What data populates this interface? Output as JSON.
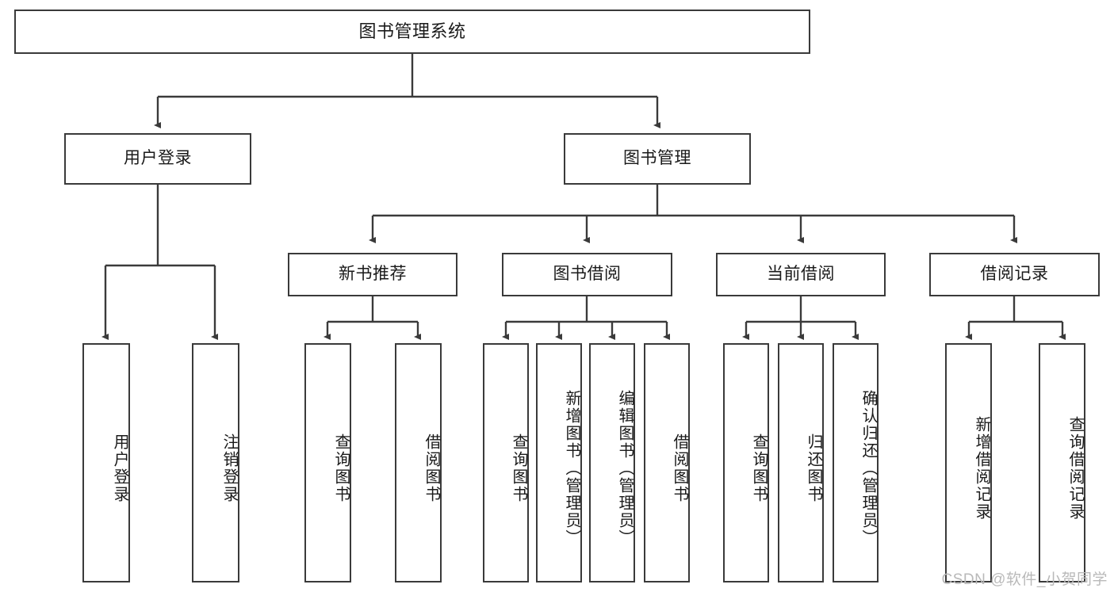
{
  "diagram": {
    "title": "图书管理系统",
    "type": "tree",
    "watermark": "CSDN @软件_小贺同学",
    "root": {
      "label": "图书管理系统"
    },
    "level2": [
      {
        "label": "用户登录"
      },
      {
        "label": "图书管理"
      }
    ],
    "level3": [
      {
        "label": "新书推荐"
      },
      {
        "label": "图书借阅"
      },
      {
        "label": "当前借阅"
      },
      {
        "label": "借阅记录"
      }
    ],
    "leaves": {
      "user_login": [
        {
          "label": "用户登录"
        },
        {
          "label": "注销登录"
        }
      ],
      "new_book_recommend": [
        {
          "label": "查询图书"
        },
        {
          "label": "借阅图书"
        }
      ],
      "book_borrow": [
        {
          "label": "查询图书"
        },
        {
          "label": "新增图书（管理员）"
        },
        {
          "label": "编辑图书（管理员）"
        },
        {
          "label": "借阅图书"
        }
      ],
      "current_borrow": [
        {
          "label": "查询图书"
        },
        {
          "label": "归还图书"
        },
        {
          "label": "确认归还（管理员）"
        }
      ],
      "borrow_record": [
        {
          "label": "新增借阅记录"
        },
        {
          "label": "查询借阅记录"
        }
      ]
    },
    "colors": {
      "border": "#3a3a3a",
      "background": "#ffffff",
      "text": "#1a1a1a",
      "watermark": "#b9b9b9"
    }
  }
}
